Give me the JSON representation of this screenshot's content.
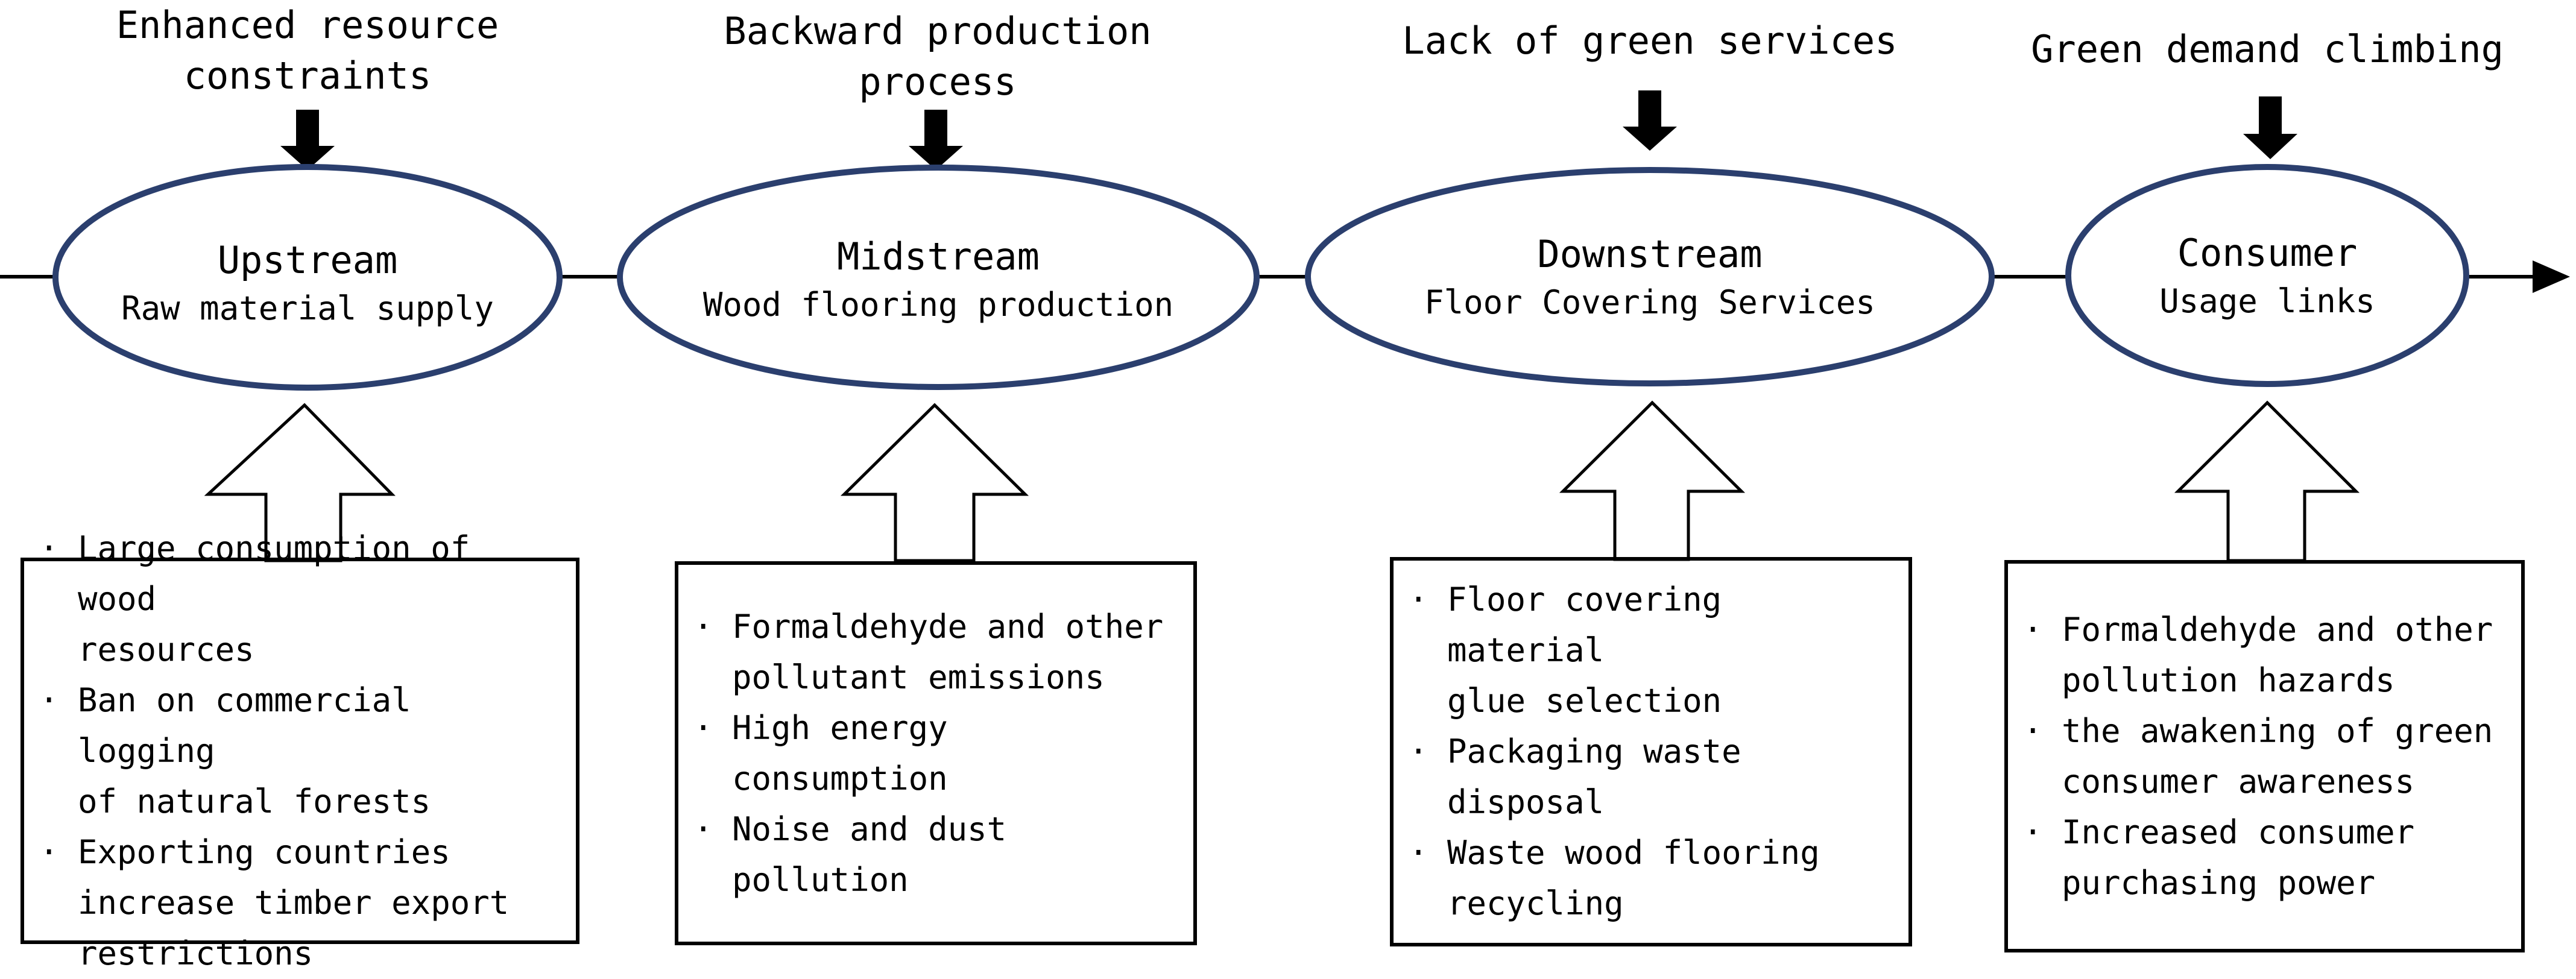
{
  "diagram": {
    "stages": [
      {
        "constraint_lines": [
          "Enhanced resource",
          "constraints"
        ],
        "name": "Upstream",
        "subtitle": "Raw material supply",
        "factors": [
          "Large consumption of wood\nresources",
          "Ban on commercial logging\nof natural forests",
          "Exporting countries\nincrease timber export\nrestrictions"
        ]
      },
      {
        "constraint_lines": [
          "Backward production",
          "process"
        ],
        "name": "Midstream",
        "subtitle": "Wood flooring production",
        "factors": [
          "Formaldehyde and other\npollutant emissions",
          "High energy consumption",
          "Noise and dust\npollution"
        ]
      },
      {
        "constraint_lines": [
          "Lack of green services"
        ],
        "name": "Downstream",
        "subtitle": "Floor Covering Services",
        "factors": [
          "Floor covering material\nglue selection",
          "Packaging waste\ndisposal",
          "Waste wood flooring\nrecycling"
        ]
      },
      {
        "constraint_lines": [
          "Green demand climbing"
        ],
        "name": "Consumer",
        "subtitle": "Usage links",
        "factors": [
          "Formaldehyde and other\npollution hazards",
          "the awakening of green\nconsumer awareness",
          "Increased consumer\npurchasing power"
        ]
      }
    ],
    "bullet_symbol": "·",
    "colors": {
      "ellipse_stroke": "#2b3f6e",
      "line": "#000000",
      "background": "#ffffff"
    }
  }
}
